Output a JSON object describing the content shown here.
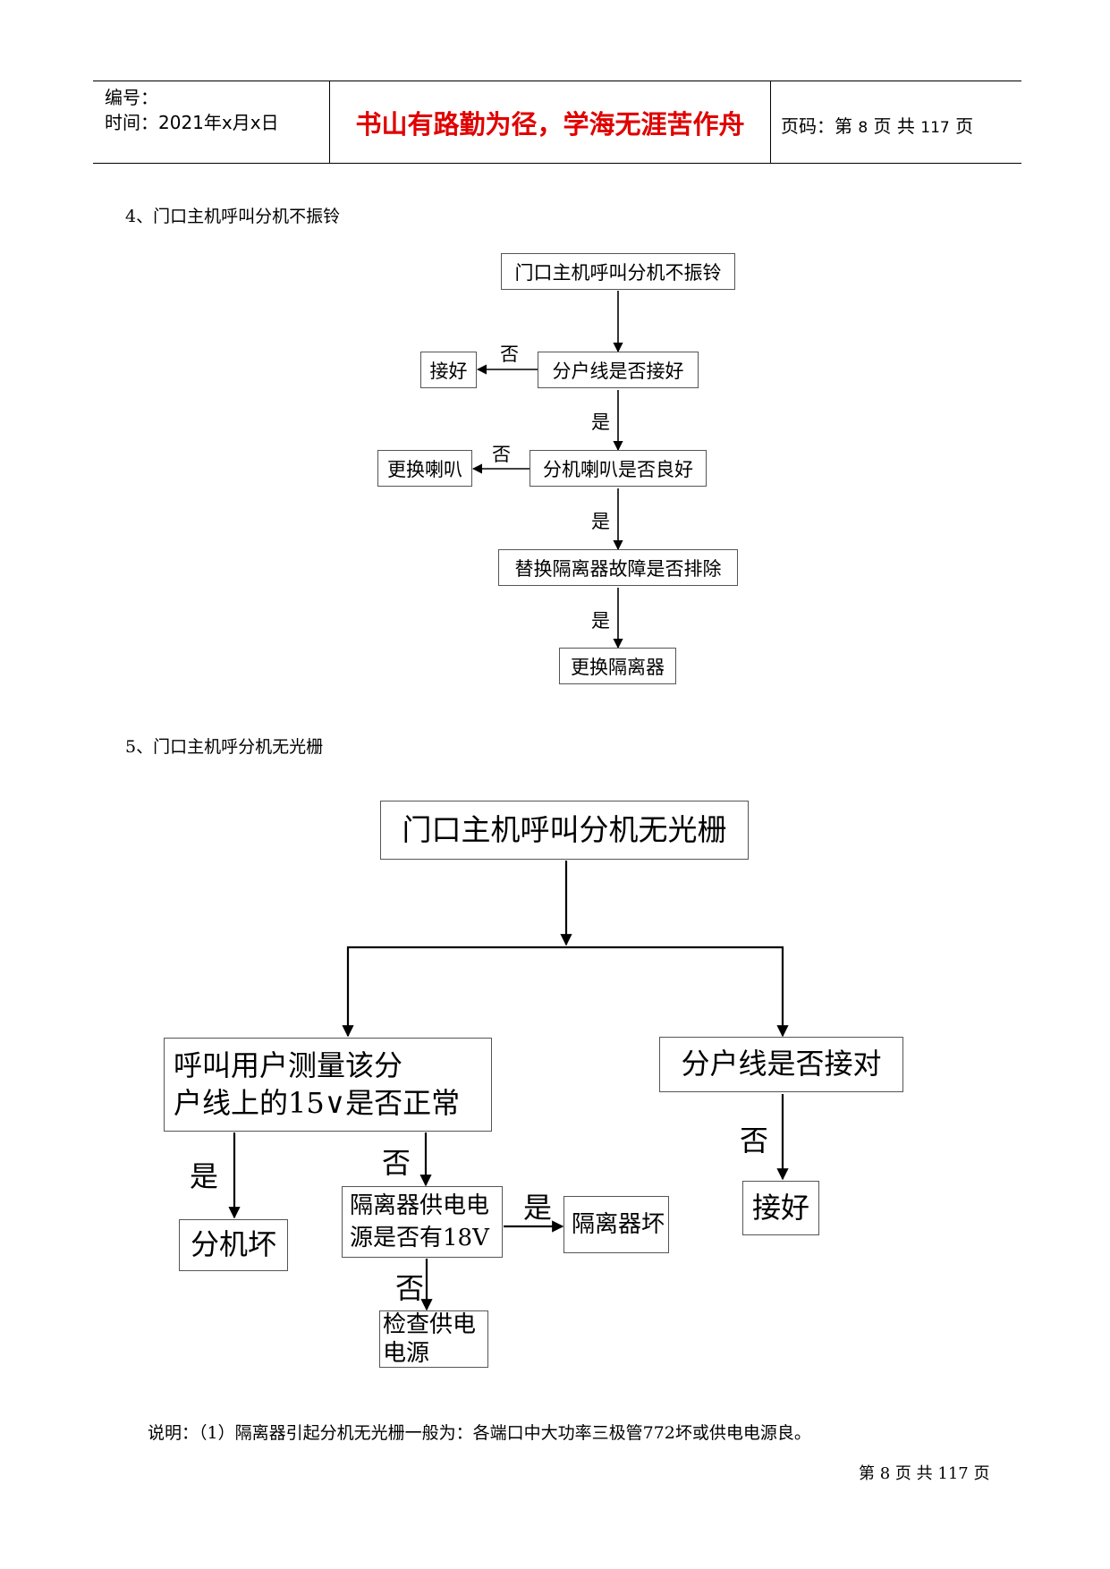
{
  "header": {
    "serial_label": "编号：",
    "time_label": "时间：2021年x月x日",
    "motto": "书山有路勤为径，学海无涯苦作舟",
    "page_prefix": "页码：第",
    "page_current": "8",
    "page_mid": "页  共",
    "page_total": "117",
    "page_suffix": "页"
  },
  "section4": {
    "title": "4、门口主机呼叫分机不振铃",
    "nodes": {
      "start": "门口主机呼叫分机不振铃",
      "q1": "分户线是否接好",
      "a1": "接好",
      "q2": "分机喇叭是否良好",
      "a2": "更换喇叭",
      "q3": "替换隔离器故障是否排除",
      "a3": "更换隔离器"
    },
    "labels": {
      "no1": "否",
      "yes1": "是",
      "no2": "否",
      "yes2": "是",
      "yes3": "是"
    }
  },
  "section5": {
    "title": "5、门口主机呼分机无光栅",
    "nodes": {
      "start": "门口主机呼叫分机无光栅",
      "left_q_line1": "呼叫用户测量该分",
      "left_q_line2": "户线上的15∨是否正常",
      "right_q": "分户线是否接对",
      "ext_bad": "分机坏",
      "iso_q_line1": "隔离器供电电",
      "iso_q_line2": "源是否有18V",
      "iso_bad": "隔离器坏",
      "check_line1": "检查供电",
      "check_line2": "电源",
      "connect": "接好"
    },
    "labels": {
      "yes_left": "是",
      "no_left": "否",
      "yes_iso": "是",
      "no_iso": "否",
      "no_right": "否"
    }
  },
  "note": "说明：（1）隔离器引起分机无光栅一般为：各端口中大功率三极管772坏或供电电源良。",
  "footer": {
    "prefix": "第",
    "current": "8",
    "mid": "页  共",
    "total": "117",
    "suffix": "页"
  }
}
